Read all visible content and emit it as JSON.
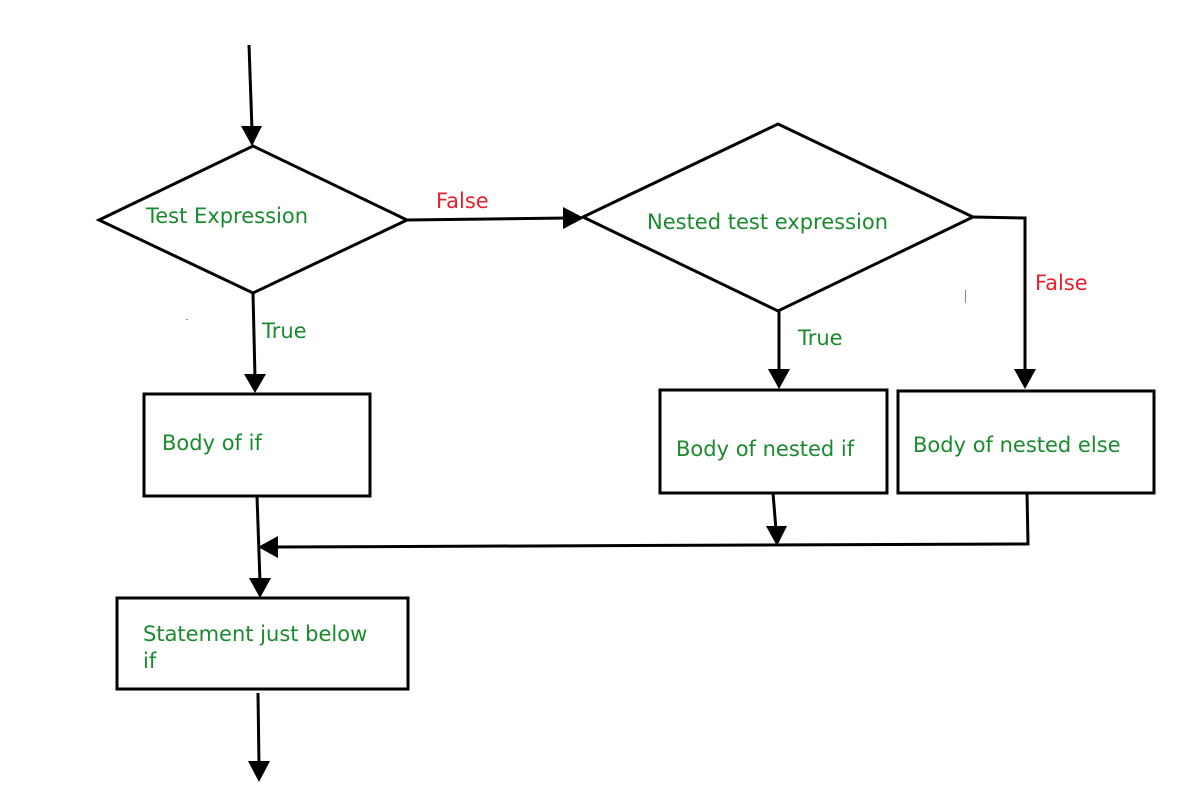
{
  "colors": {
    "node_text": "#1b8a2e",
    "false_label": "#e8202e",
    "true_label": "#1b8a2e",
    "stroke": "#000000"
  },
  "nodes": {
    "test_expression": "Test Expression",
    "nested_test_expression": "Nested test expression",
    "body_of_if": "Body of if",
    "body_of_nested_if": "Body of nested if",
    "body_of_nested_else": "Body of nested else",
    "statement_line1": "Statement just below",
    "statement_line2": "if"
  },
  "edges": {
    "test_false": "False",
    "test_true": "True",
    "nested_true": "True",
    "nested_false": "False"
  }
}
